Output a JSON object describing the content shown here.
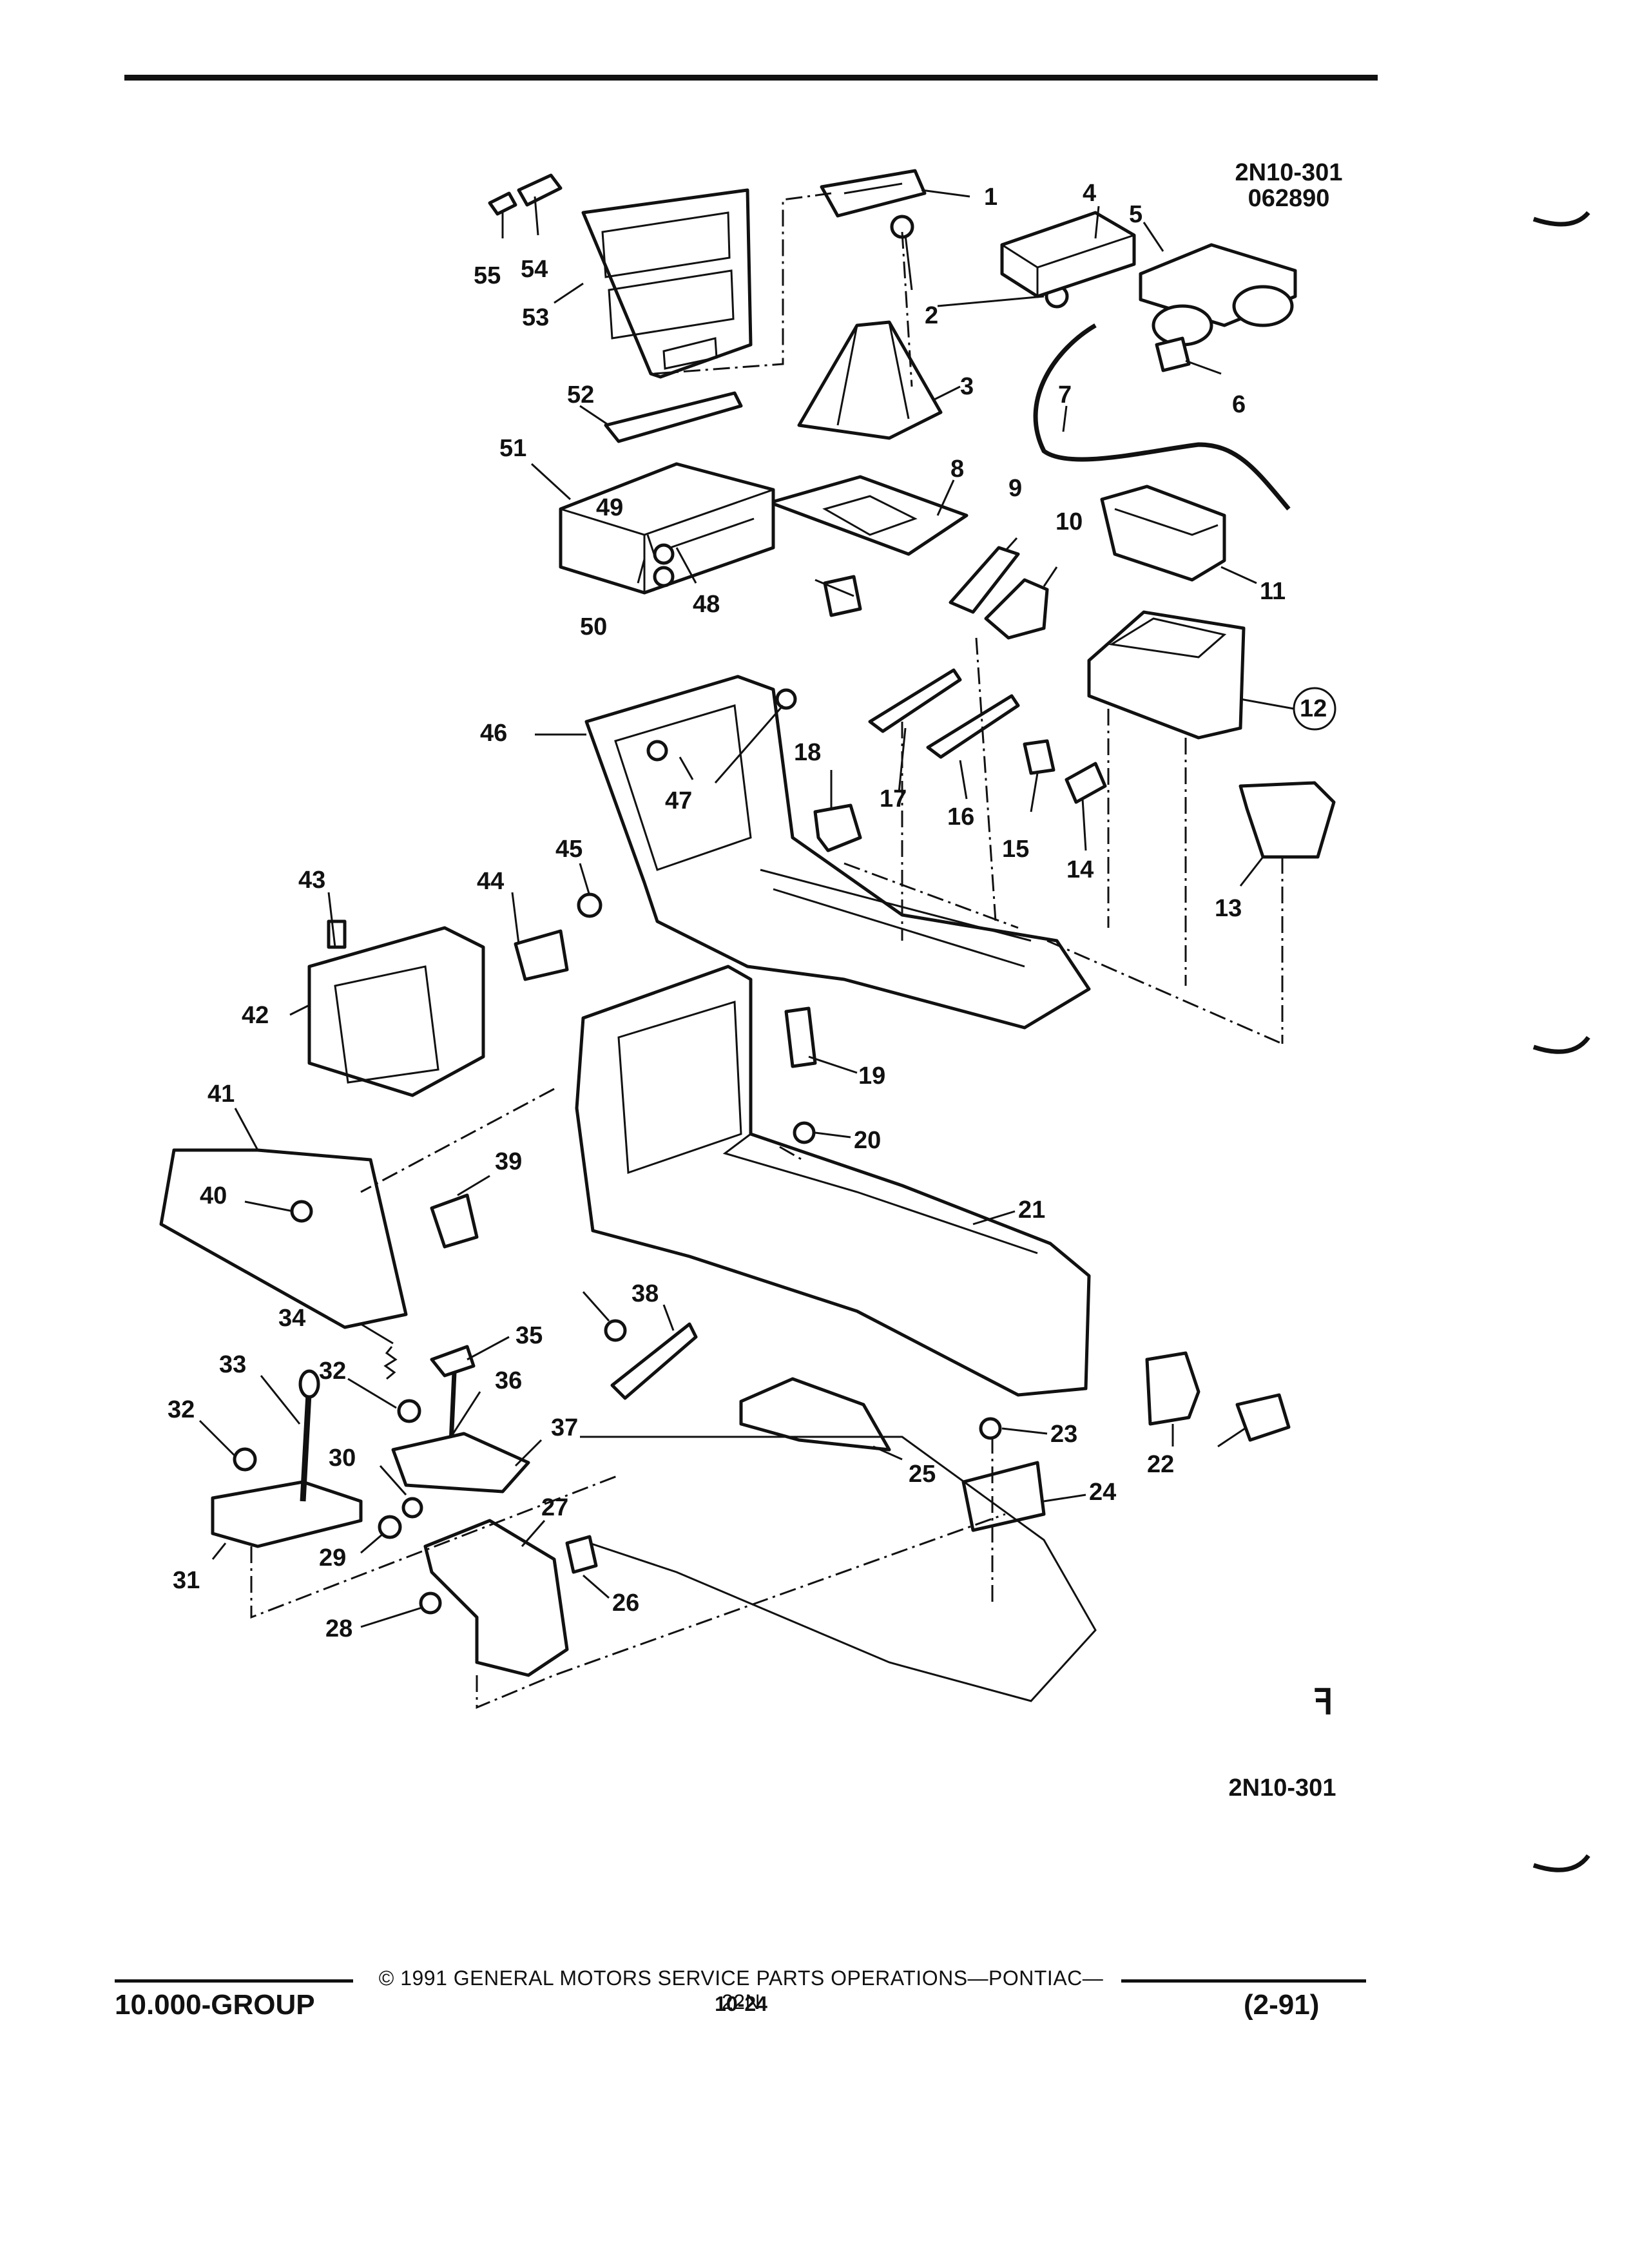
{
  "header": {
    "figure_code": "2N10-301",
    "figure_date": "062890"
  },
  "diagram": {
    "callouts": [
      "1",
      "2",
      "3",
      "4",
      "5",
      "6",
      "7",
      "8",
      "9",
      "10",
      "11",
      "12",
      "13",
      "14",
      "15",
      "16",
      "17",
      "18",
      "19",
      "20",
      "21",
      "22",
      "23",
      "24",
      "25",
      "26",
      "27",
      "28",
      "29",
      "30",
      "31",
      "32",
      "33",
      "34",
      "35",
      "36",
      "37",
      "38",
      "39",
      "40",
      "41",
      "42",
      "43",
      "44",
      "45",
      "46",
      "47",
      "48",
      "49",
      "50",
      "51",
      "52",
      "53",
      "54",
      "55"
    ],
    "figure_code_bottom": "2N10-301"
  },
  "footer": {
    "group": "10.000-GROUP",
    "copyright": "© 1991 GENERAL MOTORS SERVICE PARTS OPERATIONS—PONTIAC—22N",
    "page": "10-24",
    "date": "(2-91)"
  }
}
